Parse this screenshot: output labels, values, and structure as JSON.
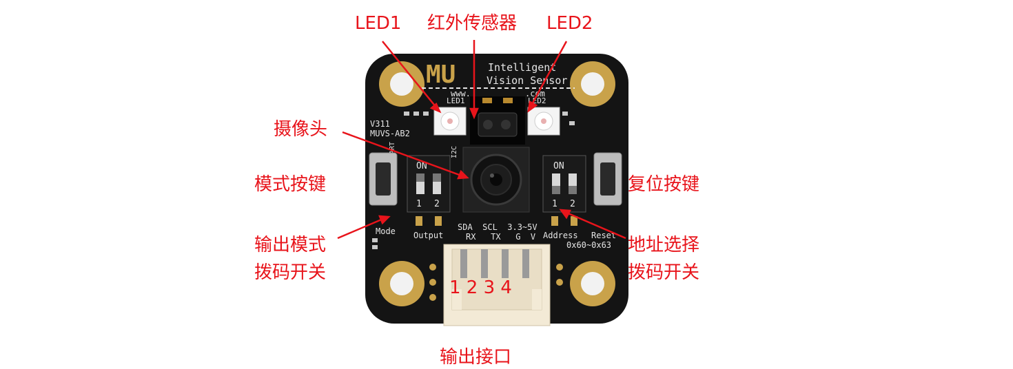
{
  "callouts": {
    "led1": "LED1",
    "ir_sensor": "红外传感器",
    "led2": "LED2",
    "camera": "摄像头",
    "mode_key": "模式按键",
    "reset_key": "复位按键",
    "output_switch_line1": "输出模式",
    "output_switch_line2": "拨码开关",
    "address_switch_line1": "地址选择",
    "address_switch_line2": "拨码开关",
    "connector_pins": "1 2 3 4",
    "output_port": "输出接口"
  },
  "board": {
    "logo": "MU",
    "title_line1": "Intelligent",
    "title_line2": "Vision Sensor",
    "url_fragment": "www.",
    "url_suffix": ".com",
    "version_line1": "V311",
    "version_line2": "MUVS-AB2",
    "led1_silk": "LED1",
    "led2_silk": "LED2",
    "dip_on": "ON",
    "dip_1": "1",
    "dip_2": "2",
    "uart_silk": "UART",
    "i2c_silk": "I2C",
    "mode_silk": "Mode",
    "output_silk": "Output",
    "pins_top": "SDA  SCL  3.3~5V",
    "pins_bottom": "RX   TX   G  V",
    "address_silk": "Address",
    "reset_silk": "Reset",
    "address_range": "0x60~0x63"
  },
  "colors": {
    "annotation": "#e8141b",
    "pcb": "#141414",
    "pad_gold": "#c9a24a",
    "connector": "#f3ead6"
  }
}
